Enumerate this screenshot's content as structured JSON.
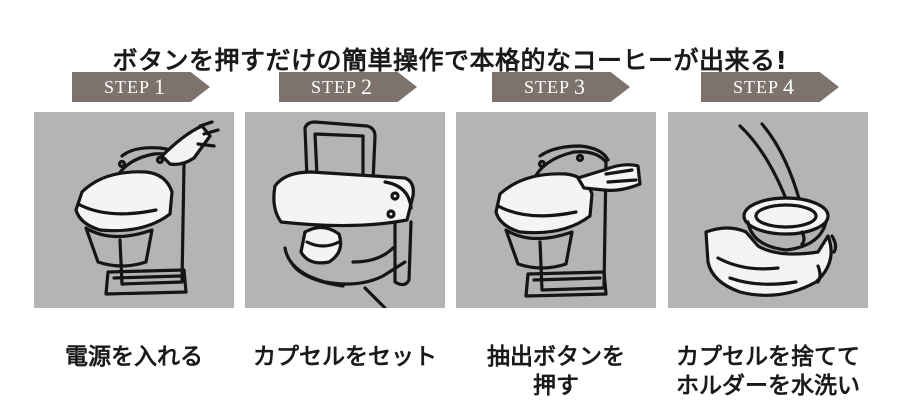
{
  "headline": "ボタンを押すだけの簡単操作で本格的なコーヒーが出来る!",
  "colors": {
    "badge_background": "#7d736c",
    "badge_text": "#ffffff",
    "illustration_background": "#b4b4b4",
    "line_art": "#151515",
    "text": "#1a1a1a"
  },
  "steps": [
    {
      "badge_word": "STEP",
      "badge_number": "1",
      "illustration": "hand-pressing-power-switch-icon",
      "caption_lines": [
        "電源を入れる"
      ]
    },
    {
      "badge_word": "STEP",
      "badge_number": "2",
      "illustration": "hand-inserting-capsule-icon",
      "caption_lines": [
        "カプセルをセット"
      ]
    },
    {
      "badge_word": "STEP",
      "badge_number": "3",
      "illustration": "finger-pressing-brew-button-icon",
      "caption_lines": [
        "抽出ボタンを",
        "押す"
      ]
    },
    {
      "badge_word": "STEP",
      "badge_number": "4",
      "illustration": "capsule-holder-rinsing-icon",
      "caption_lines": [
        "カプセルを捨てて",
        "ホルダーを水洗い"
      ]
    }
  ]
}
